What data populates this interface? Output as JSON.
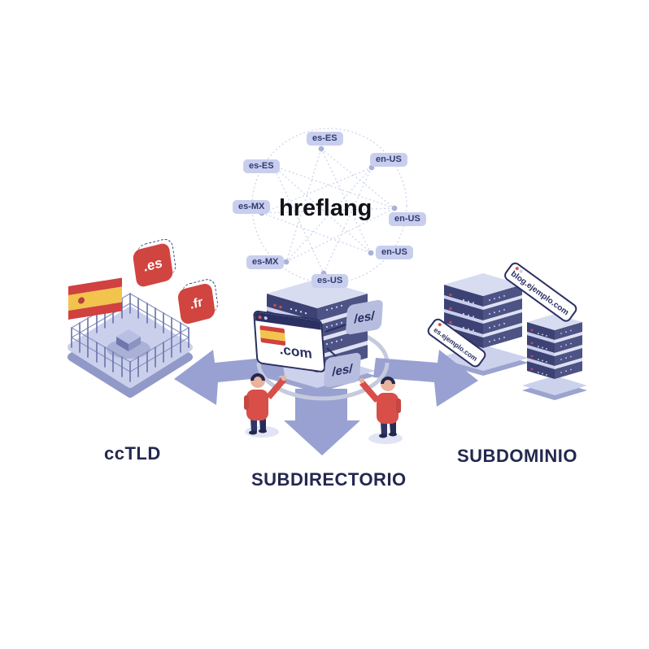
{
  "network": {
    "title": "hreflang",
    "chips": [
      "es-ES",
      "en-US",
      "es-ES",
      "es-MX",
      "en-US",
      "en-US",
      "es-MX",
      "es-US"
    ]
  },
  "cctld": {
    "label": "ccTLD",
    "cards": [
      ".es",
      ".fr"
    ],
    "flag_icon": "spain-flag"
  },
  "subdirectorio": {
    "label": "SUBDIRECTORIO",
    "domain": ".com",
    "path_tags": [
      "/es/",
      "/es/"
    ],
    "flag_icon": "spain-flag"
  },
  "subdominio": {
    "label": "SUBDOMINIO",
    "urls": [
      "blog.ejemplo.com",
      "es.ejemplo.com"
    ]
  },
  "icons": {
    "left_flag": "spain-flag-icon",
    "com_card_flag": "spain-flag-icon",
    "browser_dots": "red-dot"
  },
  "colors": {
    "accent_red": "#d0453f",
    "arrow_periwinkle": "#98a1d1",
    "navy": "#2b3062",
    "chip_bg": "#c8cfee",
    "server_dark": "#3d4274",
    "server_mid": "#4d5384",
    "server_light": "#d8dcf0"
  }
}
